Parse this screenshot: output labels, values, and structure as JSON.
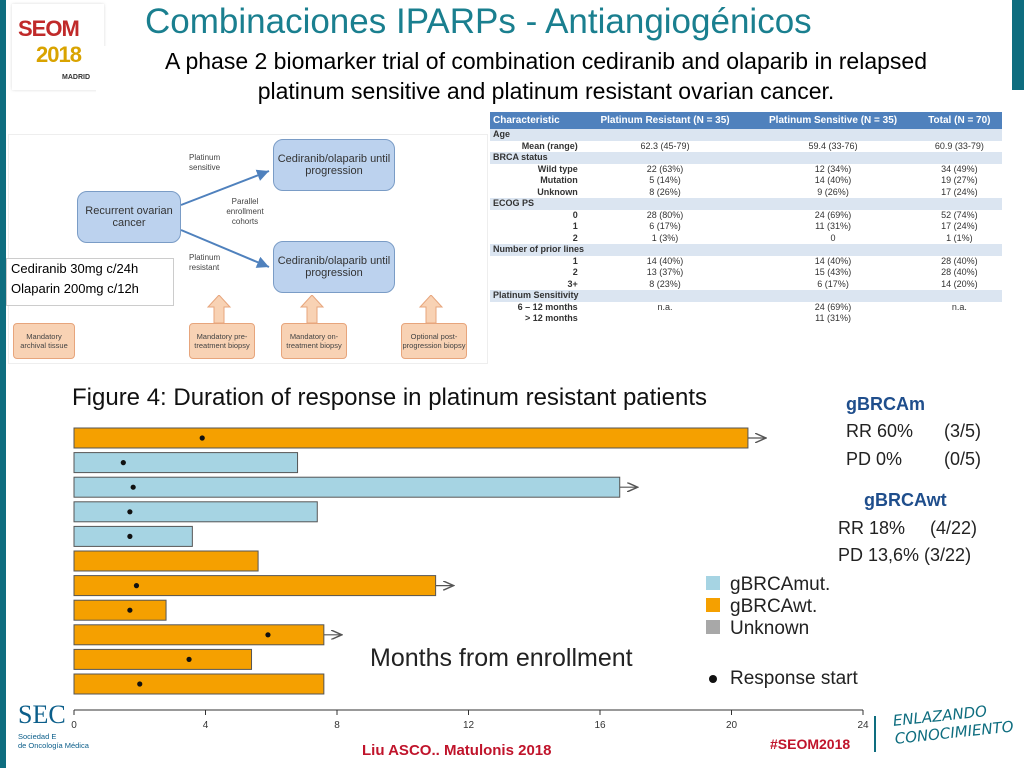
{
  "slide": {
    "title": "Combinaciones IPARPs - Antiangiogénicos",
    "subtitle_line1": "A phase 2 biomarker trial of combination cediranib and olaparib in relapsed",
    "subtitle_line2": "platinum sensitive and platinum resistant ovarian cancer."
  },
  "logo": {
    "brand": "SEOM",
    "year": "2018",
    "city": "MADRID"
  },
  "design": {
    "recurrent": "Recurrent ovarian cancer",
    "sensitive_label": "Platinum sensitive",
    "resistant_label": "Platinum resistant",
    "parallel_label": "Parallel enrollment cohorts",
    "arm_top": "Cediranib/olaparib until progression",
    "arm_bottom": "Cediranib/olaparib until progression",
    "biopsies": [
      "Mandatory archival tissue",
      "Mandatory pre-treatment biopsy",
      "Mandatory on-treatment biopsy",
      "Optional post-progression biopsy"
    ],
    "dose_line1": "Cediranib 30mg c/24h",
    "dose_line2": "Olaparin 200mg c/12h"
  },
  "table": {
    "headers": [
      "Characteristic",
      "Platinum Resistant (N = 35)",
      "Platinum Sensitive (N = 35)",
      "Total (N = 70)"
    ],
    "rows": [
      {
        "type": "sec",
        "label": "Age"
      },
      {
        "type": "row",
        "label": "Mean (range)",
        "c1": "62.3 (45-79)",
        "c2": "59.4 (33-76)",
        "c3": "60.9 (33-79)"
      },
      {
        "type": "sec",
        "label": "BRCA status"
      },
      {
        "type": "row",
        "label": "Wild type",
        "c1": "22 (63%)",
        "c2": "12 (34%)",
        "c3": "34 (49%)"
      },
      {
        "type": "row",
        "label": "Mutation",
        "c1": "5 (14%)",
        "c2": "14 (40%)",
        "c3": "19 (27%)"
      },
      {
        "type": "row",
        "label": "Unknown",
        "c1": "8 (26%)",
        "c2": "9 (26%)",
        "c3": "17 (24%)"
      },
      {
        "type": "sec",
        "label": "ECOG PS"
      },
      {
        "type": "row",
        "label": "0",
        "c1": "28 (80%)",
        "c2": "24 (69%)",
        "c3": "52 (74%)"
      },
      {
        "type": "row",
        "label": "1",
        "c1": "6 (17%)",
        "c2": "11 (31%)",
        "c3": "17 (24%)"
      },
      {
        "type": "row",
        "label": "2",
        "c1": "1 (3%)",
        "c2": "0",
        "c3": "1 (1%)"
      },
      {
        "type": "sec",
        "label": "Number of prior lines"
      },
      {
        "type": "row",
        "label": "1",
        "c1": "14 (40%)",
        "c2": "14 (40%)",
        "c3": "28 (40%)"
      },
      {
        "type": "row",
        "label": "2",
        "c1": "13 (37%)",
        "c2": "15 (43%)",
        "c3": "28 (40%)"
      },
      {
        "type": "row",
        "label": "3+",
        "c1": "8 (23%)",
        "c2": "6 (17%)",
        "c3": "14 (20%)"
      },
      {
        "type": "sec",
        "label": "Platinum Sensitivity"
      },
      {
        "type": "row",
        "label": "6 – 12 months",
        "c1": "n.a.",
        "c2": "24 (69%)",
        "c3": "n.a."
      },
      {
        "type": "row",
        "label": "> 12 months",
        "c1": "",
        "c2": "11 (31%)",
        "c3": ""
      }
    ]
  },
  "figure": {
    "title": "Figure 4:  Duration of response in platinum resistant patients"
  },
  "chart_data": {
    "type": "bar",
    "orientation": "horizontal",
    "xlabel": "Months from enrollment",
    "xlim": [
      0,
      24
    ],
    "xticks": [
      "0",
      "4",
      "8",
      "12",
      "16",
      "20",
      "24"
    ],
    "legend": [
      "gBRCAmut.",
      "gBRCAwt.",
      "Unknown",
      "Response start"
    ],
    "legend_colors": {
      "gBRCAmut.": "#a6d4e3",
      "gBRCAwt.": "#f5a000",
      "Unknown": "#a8a8a8"
    },
    "bars": [
      {
        "group": "gBRCAwt.",
        "value": 20.5,
        "response_start": 3.9,
        "ongoing": true
      },
      {
        "group": "gBRCAmut.",
        "value": 6.8,
        "response_start": 1.5,
        "ongoing": false
      },
      {
        "group": "gBRCAmut.",
        "value": 16.6,
        "response_start": 1.8,
        "ongoing": true
      },
      {
        "group": "gBRCAmut.",
        "value": 7.4,
        "response_start": 1.7,
        "ongoing": false
      },
      {
        "group": "gBRCAmut.",
        "value": 3.6,
        "response_start": 1.7,
        "ongoing": false
      },
      {
        "group": "gBRCAwt.",
        "value": 5.6,
        "response_start": null,
        "ongoing": false
      },
      {
        "group": "gBRCAwt.",
        "value": 11.0,
        "response_start": 1.9,
        "ongoing": true
      },
      {
        "group": "gBRCAwt.",
        "value": 2.8,
        "response_start": 1.7,
        "ongoing": false
      },
      {
        "group": "gBRCAwt.",
        "value": 7.6,
        "response_start": 5.9,
        "ongoing": true
      },
      {
        "group": "gBRCAwt.",
        "value": 5.4,
        "response_start": 3.5,
        "ongoing": false
      },
      {
        "group": "gBRCAwt.",
        "value": 7.6,
        "response_start": 2.0,
        "ongoing": false
      }
    ]
  },
  "results": {
    "mut_head": "gBRCAm",
    "mut_rr": "RR 60%",
    "mut_rr_n": "(3/5)",
    "mut_pd": "PD 0%",
    "mut_pd_n": "(0/5)",
    "wt_head": "gBRCAwt",
    "wt_rr": "RR 18%",
    "wt_rr_n": "(4/22)",
    "wt_pd": "PD 13,6% (3/22)"
  },
  "footer": {
    "sec": "SEC",
    "sec_sub1": "Sociedad E",
    "sec_sub2": "de Oncología Médica",
    "citation": "Liu ASCO.. Matulonis 2018",
    "hashtag": "#SEOM2018",
    "tagline1": "ENLAZANDO",
    "tagline2": "CONOCIMIENTO"
  }
}
